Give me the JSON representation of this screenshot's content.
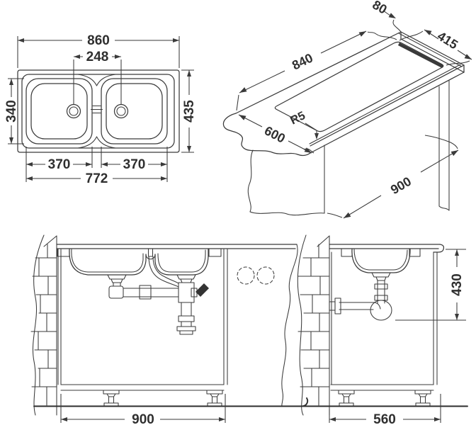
{
  "drawing": {
    "plan": {
      "overall_length": "860",
      "drain_centres": "248",
      "bowl_width": "340",
      "overall_width": "435",
      "bowl_length_left": "370",
      "bowl_length_right": "370",
      "bowls_overall": "772"
    },
    "isometric": {
      "edge_distance": "80",
      "cutout_width": "415",
      "cutout_length": "840",
      "worktop_depth": "600",
      "corner_radius": "R5",
      "cabinet_width": "900"
    },
    "front": {
      "cabinet_width": "900"
    },
    "side": {
      "install_height": "430",
      "cabinet_depth": "560"
    }
  }
}
